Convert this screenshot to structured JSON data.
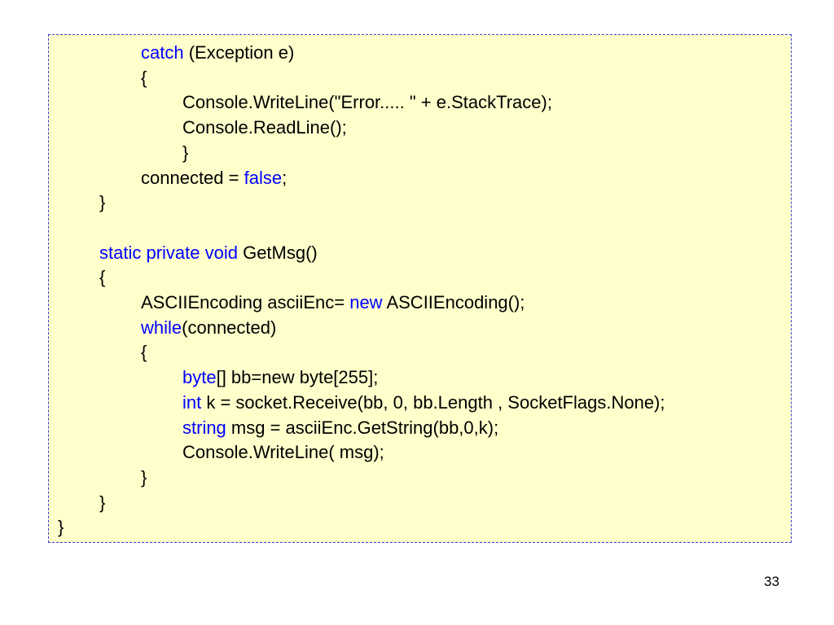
{
  "code": {
    "lines": [
      {
        "indent": 2,
        "segments": [
          {
            "text": "catch",
            "kw": true
          },
          {
            "text": " (Exception e)",
            "kw": false
          }
        ]
      },
      {
        "indent": 2,
        "segments": [
          {
            "text": "{",
            "kw": false
          }
        ]
      },
      {
        "indent": 3,
        "segments": [
          {
            "text": "Console.WriteLine(\"Error..... \" + e.StackTrace);",
            "kw": false
          }
        ]
      },
      {
        "indent": 3,
        "segments": [
          {
            "text": "Console.ReadLine();",
            "kw": false
          }
        ]
      },
      {
        "indent": 3,
        "segments": [
          {
            "text": "}",
            "kw": false
          }
        ]
      },
      {
        "indent": 2,
        "segments": [
          {
            "text": "connected = ",
            "kw": false
          },
          {
            "text": "false",
            "kw": true
          },
          {
            "text": ";",
            "kw": false
          }
        ]
      },
      {
        "indent": 1,
        "segments": [
          {
            "text": "}",
            "kw": false
          }
        ]
      },
      {
        "indent": 1,
        "segments": []
      },
      {
        "indent": 1,
        "segments": [
          {
            "text": "static private void",
            "kw": true
          },
          {
            "text": " GetMsg()",
            "kw": false
          }
        ]
      },
      {
        "indent": 1,
        "segments": [
          {
            "text": "{",
            "kw": false
          }
        ]
      },
      {
        "indent": 2,
        "segments": [
          {
            "text": "ASCIIEncoding asciiEnc= ",
            "kw": false
          },
          {
            "text": "new",
            "kw": true
          },
          {
            "text": " ASCIIEncoding();",
            "kw": false
          }
        ]
      },
      {
        "indent": 2,
        "segments": [
          {
            "text": "while",
            "kw": true
          },
          {
            "text": "(connected)",
            "kw": false
          }
        ]
      },
      {
        "indent": 2,
        "segments": [
          {
            "text": "{",
            "kw": false
          }
        ]
      },
      {
        "indent": 3,
        "segments": [
          {
            "text": "byte",
            "kw": true
          },
          {
            "text": "[] bb=new byte[255];",
            "kw": false
          }
        ]
      },
      {
        "indent": 3,
        "segments": [
          {
            "text": "int",
            "kw": true
          },
          {
            "text": " k = socket.Receive(bb, 0, bb.Length , SocketFlags.None);",
            "kw": false
          }
        ]
      },
      {
        "indent": 3,
        "segments": [
          {
            "text": "string",
            "kw": true
          },
          {
            "text": " msg = asciiEnc.GetString(bb,0,k);",
            "kw": false
          }
        ]
      },
      {
        "indent": 3,
        "segments": [
          {
            "text": "Console.WriteLine( msg);",
            "kw": false
          }
        ]
      },
      {
        "indent": 2,
        "segments": [
          {
            "text": "}",
            "kw": false
          }
        ]
      },
      {
        "indent": 1,
        "segments": [
          {
            "text": "}",
            "kw": false
          }
        ]
      },
      {
        "indent": 0,
        "segments": [
          {
            "text": "}",
            "kw": false
          }
        ]
      }
    ]
  },
  "page_number": "33",
  "colors": {
    "keyword": "#0000ff",
    "text": "#000000",
    "box_background": "#ffffcc",
    "box_border": "#3b3bd6"
  }
}
